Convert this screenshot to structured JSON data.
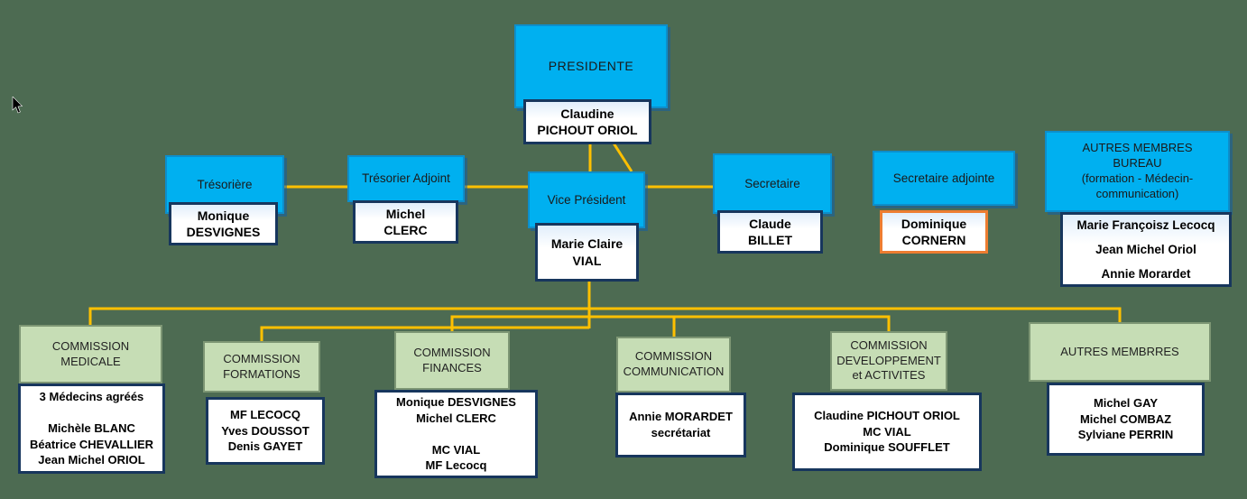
{
  "colors": {
    "background": "#4d6b52",
    "role_box_fill": "#00b0f0",
    "commission_box_fill": "#c6ddb5",
    "name_box_border": "#17365d",
    "highlight_border_orange": "#ed7d31",
    "connector": "#ffc000"
  },
  "org": {
    "presidente": {
      "role": "PRESIDENTE",
      "name": "Claudine\nPICHOUT ORIOL"
    },
    "tresoriere": {
      "role": "Trésorière",
      "name": "Monique\nDESVIGNES"
    },
    "tresorier_adjoint": {
      "role": "Trésorier  Adjoint",
      "name": "Michel\nCLERC"
    },
    "vice_president": {
      "role": "Vice Président",
      "name": "Marie Claire\nVIAL"
    },
    "secretaire": {
      "role": "Secretaire",
      "name": "Claude\nBILLET"
    },
    "secretaire_adjointe": {
      "role": "Secretaire adjointe",
      "name": "Dominique\nCORNERN"
    },
    "autres_membres_bureau": {
      "role": "AUTRES MEMBRES\nBUREAU\n(formation - Médecin-\ncommunication)",
      "name": "Marie Françoisz  Lecocq\nJean Michel Oriol\nAnnie Morardet"
    }
  },
  "commissions": {
    "medicale": {
      "title": "COMMISSION MEDICALE",
      "members": "3 Médecins agréés\n\nMichèle BLANC\nBéatrice CHEVALLIER\nJean Michel ORIOL"
    },
    "formations": {
      "title": "COMMISSION\nFORMATIONS",
      "members": "MF LECOCQ\nYves DOUSSOT\nDenis GAYET"
    },
    "finances": {
      "title": "COMMISSION\nFINANCES",
      "members": "Monique DESVIGNES\nMichel CLERC\n\nMC VIAL\nMF Lecocq"
    },
    "communication": {
      "title": "COMMISSION\nCOMMUNICATION",
      "members": "Annie MORARDET\nsecrétariat"
    },
    "developpement": {
      "title": "COMMISSION\nDEVELOPPEMENT\net ACTIVITES",
      "members": "Claudine PICHOUT ORIOL\nMC VIAL\nDominique SOUFFLET"
    },
    "autres_membrres": {
      "title": "AUTRES MEMBRRES",
      "members": "Michel GAY\nMichel COMBAZ\nSylviane PERRIN"
    }
  }
}
